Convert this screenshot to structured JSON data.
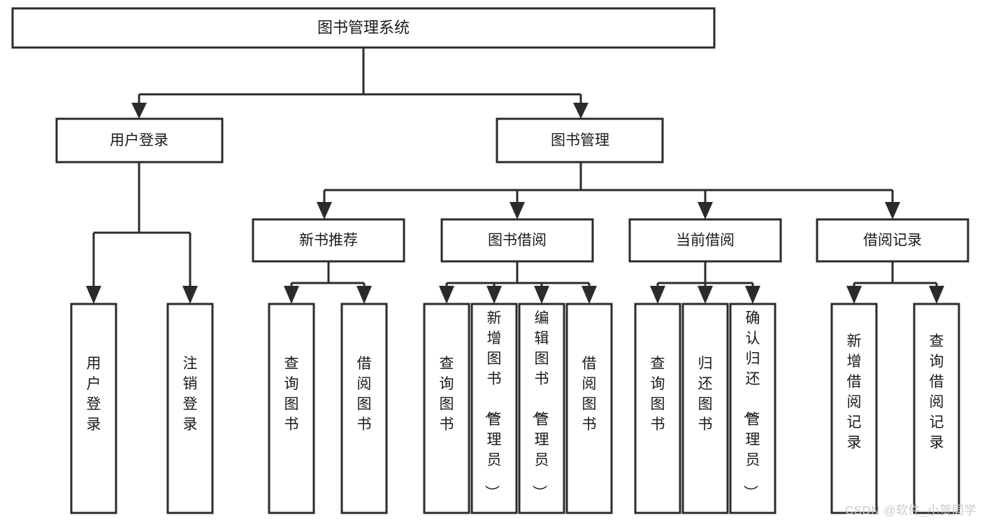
{
  "diagram": {
    "type": "tree",
    "title": "图书管理系统",
    "watermark": "CSDN @软件_小贺同学",
    "root": {
      "id": "root",
      "label": "图书管理系统"
    },
    "level2": [
      {
        "id": "user-login",
        "label": "用户登录"
      },
      {
        "id": "book-manage",
        "label": "图书管理"
      }
    ],
    "level3": [
      {
        "id": "new-book-recommend",
        "label": "新书推荐"
      },
      {
        "id": "book-borrow",
        "label": "图书借阅"
      },
      {
        "id": "current-borrow",
        "label": "当前借阅"
      },
      {
        "id": "borrow-record",
        "label": "借阅记录"
      }
    ],
    "leaves": {
      "user_login": [
        {
          "id": "leaf-user-login",
          "label": "用户登录",
          "chars": [
            "用",
            "户",
            "登",
            "录"
          ]
        },
        {
          "id": "leaf-user-logout",
          "label": "注销登录",
          "chars": [
            "注",
            "销",
            "登",
            "录"
          ]
        }
      ],
      "new_book_recommend": [
        {
          "id": "leaf-query-book-1",
          "label": "查询图书",
          "chars": [
            "查",
            "询",
            "图",
            "书"
          ]
        },
        {
          "id": "leaf-borrow-book-1",
          "label": "借阅图书",
          "chars": [
            "借",
            "阅",
            "图",
            "书"
          ]
        }
      ],
      "book_borrow": [
        {
          "id": "leaf-query-book-2",
          "label": "查询图书",
          "chars": [
            "查",
            "询",
            "图",
            "书"
          ]
        },
        {
          "id": "leaf-add-book-admin",
          "label": "新增图书（管理员）",
          "chars": [
            "新",
            "增",
            "图",
            "书",
            "（",
            "管",
            "理",
            "员",
            "）"
          ]
        },
        {
          "id": "leaf-edit-book-admin",
          "label": "编辑图书（管理员）",
          "chars": [
            "编",
            "辑",
            "图",
            "书",
            "（",
            "管",
            "理",
            "员",
            "）"
          ]
        },
        {
          "id": "leaf-borrow-book-2",
          "label": "借阅图书",
          "chars": [
            "借",
            "阅",
            "图",
            "书"
          ]
        }
      ],
      "current_borrow": [
        {
          "id": "leaf-query-book-3",
          "label": "查询图书",
          "chars": [
            "查",
            "询",
            "图",
            "书"
          ]
        },
        {
          "id": "leaf-return-book",
          "label": "归还图书",
          "chars": [
            "归",
            "还",
            "图",
            "书"
          ]
        },
        {
          "id": "leaf-confirm-return-admin",
          "label": "确认归还（管理员）",
          "chars": [
            "确",
            "认",
            "归",
            "还",
            "（",
            "管",
            "理",
            "员",
            "）"
          ]
        }
      ],
      "borrow_record": [
        {
          "id": "leaf-add-borrow-record",
          "label": "新增借阅记录",
          "chars": [
            "新",
            "增",
            "借",
            "阅",
            "记",
            "录"
          ]
        },
        {
          "id": "leaf-query-borrow-record",
          "label": "查询借阅记录",
          "chars": [
            "查",
            "询",
            "借",
            "阅",
            "记",
            "录"
          ]
        }
      ]
    },
    "colors": {
      "stroke": "#2b2b2b",
      "fill": "#ffffff",
      "text": "#1a1a1a",
      "watermark": "#c9c9c9"
    }
  }
}
